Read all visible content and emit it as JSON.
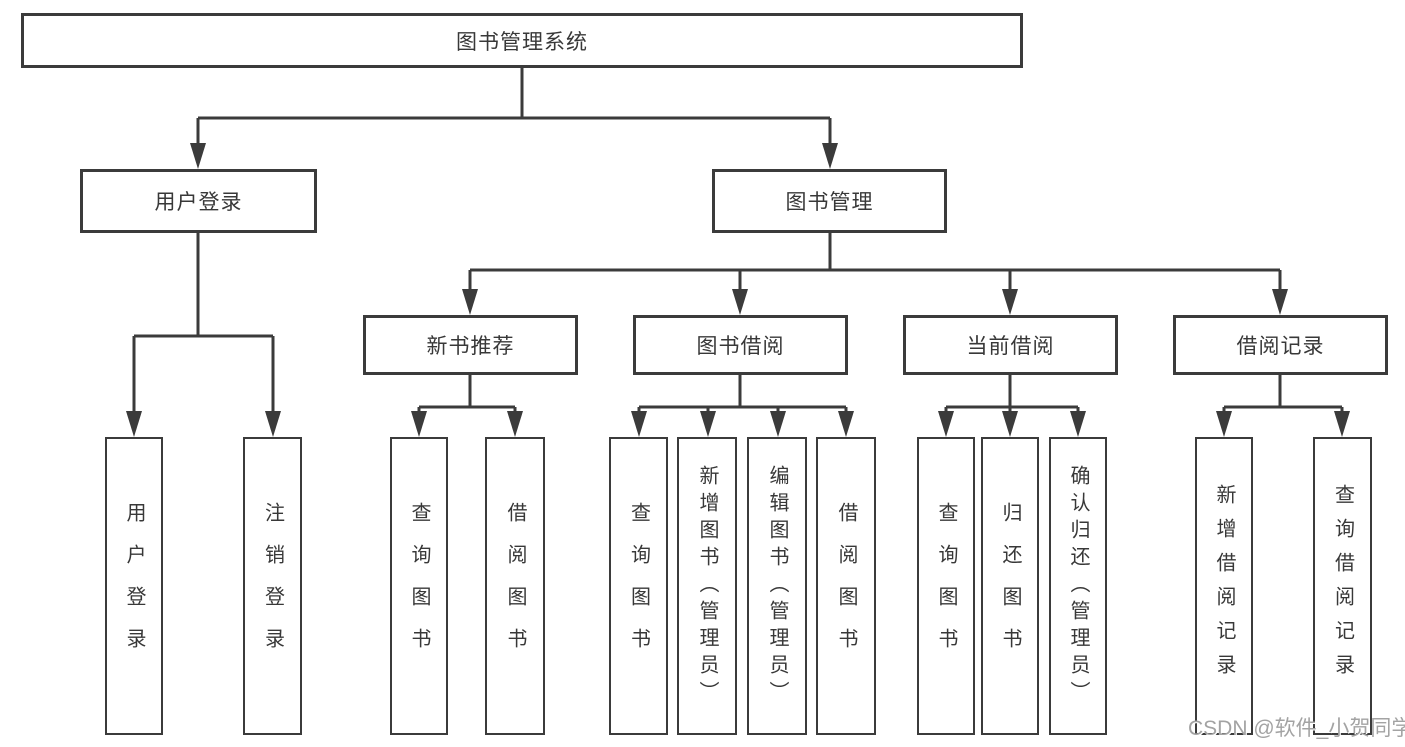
{
  "diagram_type": "function-structure-tree",
  "colors": {
    "background": "#ffffff",
    "line": "#3b3b3b",
    "box_border": "#3b3b3b",
    "text": "#383838",
    "watermark": "#a3a3a3"
  },
  "tree": {
    "label": "图书管理系统",
    "children": [
      {
        "label": "用户登录",
        "children": [
          {
            "label": "用户登录"
          },
          {
            "label": "注销登录"
          }
        ]
      },
      {
        "label": "图书管理",
        "children": [
          {
            "label": "新书推荐",
            "children": [
              {
                "label": "查询图书"
              },
              {
                "label": "借阅图书"
              }
            ]
          },
          {
            "label": "图书借阅",
            "children": [
              {
                "label": "查询图书"
              },
              {
                "label": "新增图书（管理员）"
              },
              {
                "label": "编辑图书（管理员）"
              },
              {
                "label": "借阅图书"
              }
            ]
          },
          {
            "label": "当前借阅",
            "children": [
              {
                "label": "查询图书"
              },
              {
                "label": "归还图书"
              },
              {
                "label": "确认归还（管理员）"
              }
            ]
          },
          {
            "label": "借阅记录",
            "children": [
              {
                "label": "新增借阅记录"
              },
              {
                "label": "查询借阅记录"
              }
            ]
          }
        ]
      }
    ]
  },
  "watermark": {
    "text": "CSDN @软件_小贺同学"
  }
}
